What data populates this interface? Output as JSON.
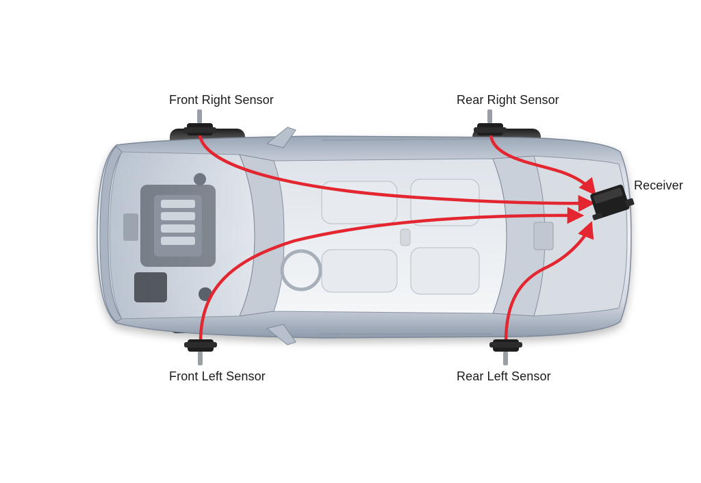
{
  "labels": {
    "front_right": "Front Right Sensor",
    "rear_right": "Rear Right Sensor",
    "receiver": "Receiver",
    "front_left": "Front Left Sensor",
    "rear_left": "Rear Left Sensor"
  },
  "colors": {
    "signal_arrow": "#e3262f",
    "car_body": "#c9d0da",
    "sensor": "#1e1e1e"
  }
}
